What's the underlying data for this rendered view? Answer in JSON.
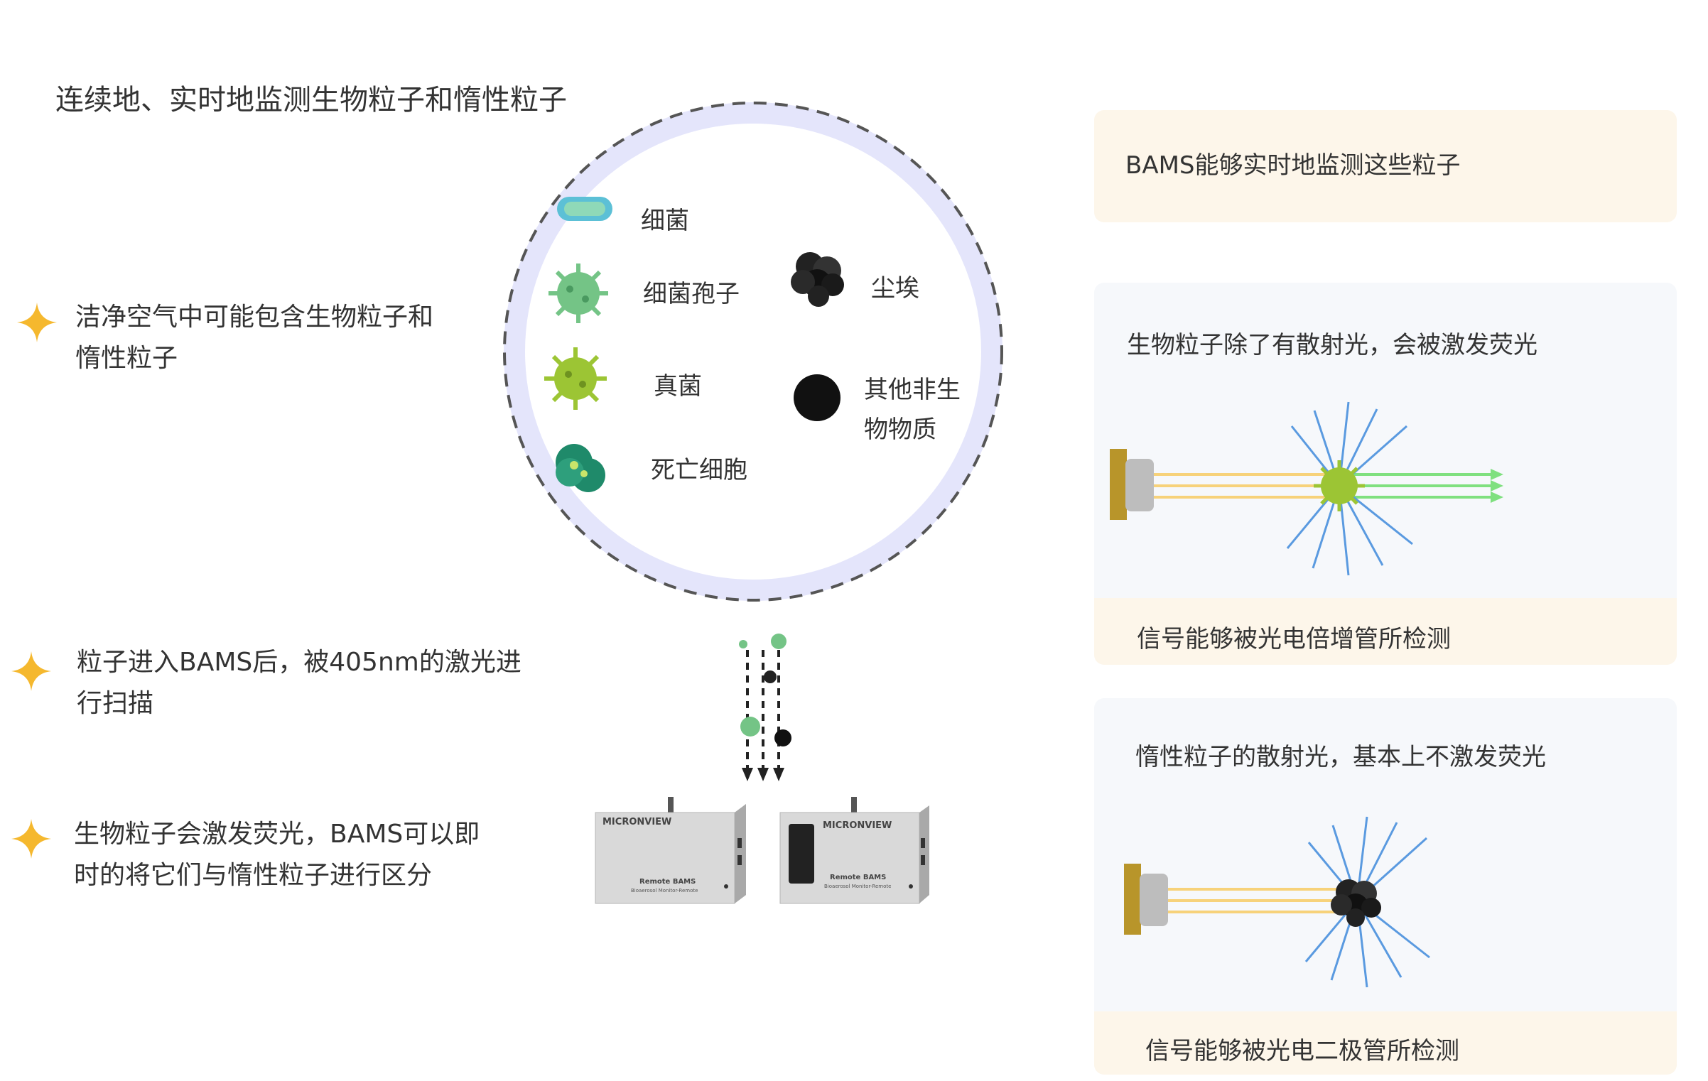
{
  "title": "连续地、实时地监测生物粒子和惰性粒子",
  "bullets": [
    {
      "line1": "洁净空气中可能包含生物粒子和",
      "line2": "惰性粒子"
    },
    {
      "line1": "粒子进入BAMS后，被405nm的激光进",
      "line2": "行扫描"
    },
    {
      "line1": "生物粒子会激发荧光，BAMS可以即",
      "line2": "时的将它们与惰性粒子进行区分"
    }
  ],
  "particles": {
    "bacteria": "细菌",
    "spore": "细菌孢子",
    "fungi": "真菌",
    "dead_cell": "死亡细胞",
    "dust": "尘埃",
    "other_line1": "其他非生",
    "other_line2": "物物质"
  },
  "device": {
    "brand": "MICRONVIEW",
    "model": "Remote BAMS",
    "subtitle": "Bioaerosol Monitor-Remote"
  },
  "cards": {
    "top": "BAMS能够实时地监测这些粒子",
    "bio_title": "生物粒子除了有散射光，会被激发荧光",
    "bio_footer": "信号能够被光电倍增管所检测",
    "inert_title": "惰性粒子的散射光，基本上不激发荧光",
    "inert_footer": "信号能够被光电二极管所检测"
  },
  "colors": {
    "star": "#f5b82e",
    "card_bg": "#fdf6ea",
    "panel_bg": "#f6f8fb",
    "ring": "#e4e5fb",
    "laser": "#f7d27a",
    "fluorescence": "#7fe07f",
    "scatter": "#5a9ae0"
  }
}
